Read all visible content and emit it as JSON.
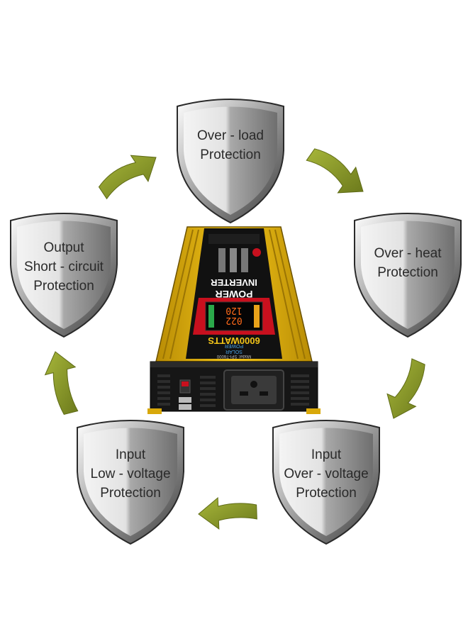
{
  "shields": [
    {
      "id": "overload",
      "lines": [
        "Over - load",
        "Protection"
      ]
    },
    {
      "id": "overheat",
      "lines": [
        "Over - heat",
        "Protection"
      ]
    },
    {
      "id": "input-overvoltage",
      "lines": [
        "Input",
        "Over - voltage",
        "Protection"
      ]
    },
    {
      "id": "input-lowvoltage",
      "lines": [
        "Input",
        "Low - voltage",
        "Protection"
      ]
    },
    {
      "id": "output-short",
      "lines": [
        "Output",
        "Short - circuit",
        "Protection"
      ]
    }
  ],
  "inverter": {
    "title_line1": "POWER",
    "title_line2": "INVERTER",
    "watts": "6000WATTS",
    "brand_line1": "SOLAR",
    "brand_line2": "POWER",
    "model": "Model: SPI-T6000",
    "lcd_top": "022",
    "lcd_bottom": "120"
  },
  "colors": {
    "arrow": "#8a9a2a",
    "arrow_dark": "#5f6b16",
    "body_yellow": "#e8b80f",
    "body_dark": "#1a1a1a",
    "panel_red": "#c8101e"
  }
}
